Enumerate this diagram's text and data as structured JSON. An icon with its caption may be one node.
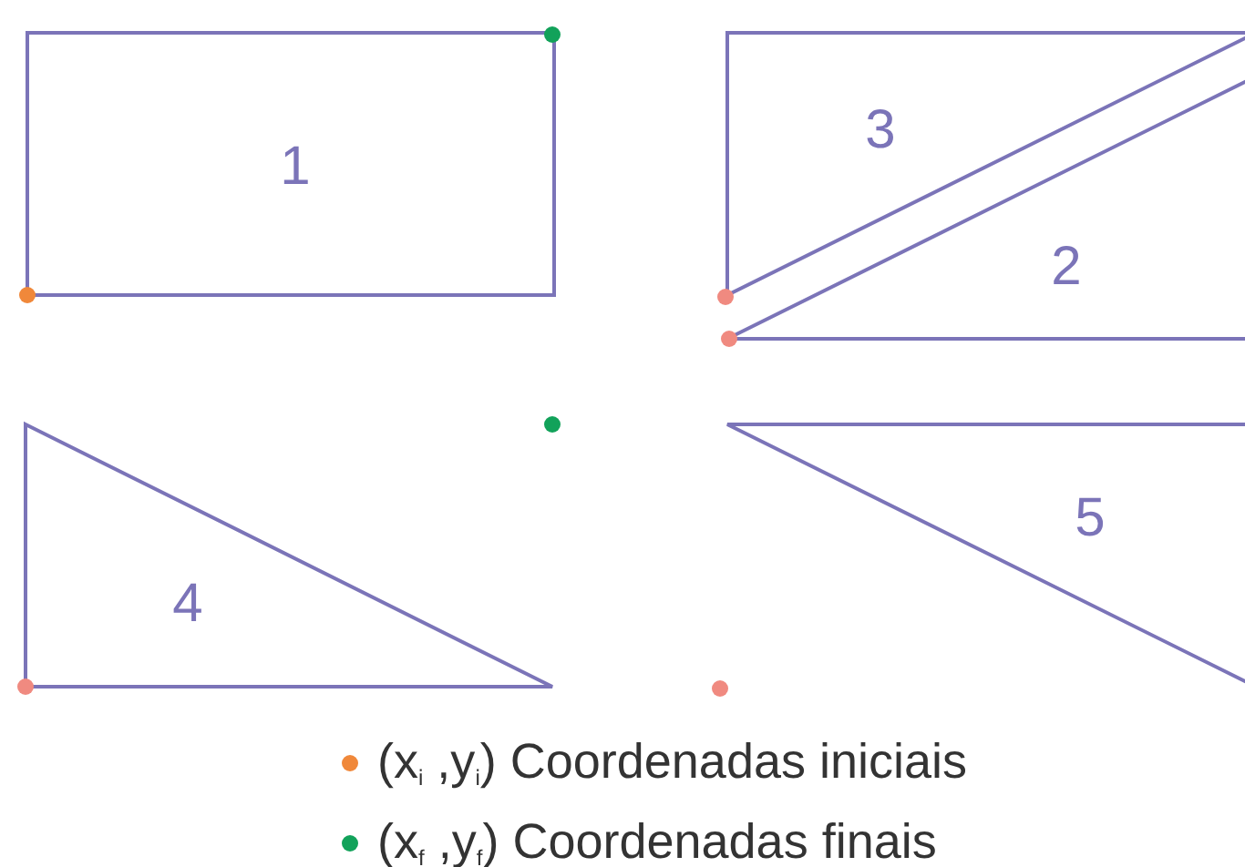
{
  "diagram": {
    "nodes": [
      {
        "text": [
          "1"
        ]
      },
      {
        "text": [
          "3"
        ]
      },
      {
        "text": [
          "2"
        ]
      },
      {
        "text": [
          "4"
        ]
      },
      {
        "text": [
          "5"
        ]
      }
    ],
    "legend": [
      {
        "text": "(x$_{i}$ ,y$_{i}$) Coordenadas iniciais",
        "color": "#f0883a"
      },
      {
        "text": "(x$_{f}$ ,y$_{f}$) Coordenadas finais",
        "color": "#12a25a"
      }
    ]
  }
}
